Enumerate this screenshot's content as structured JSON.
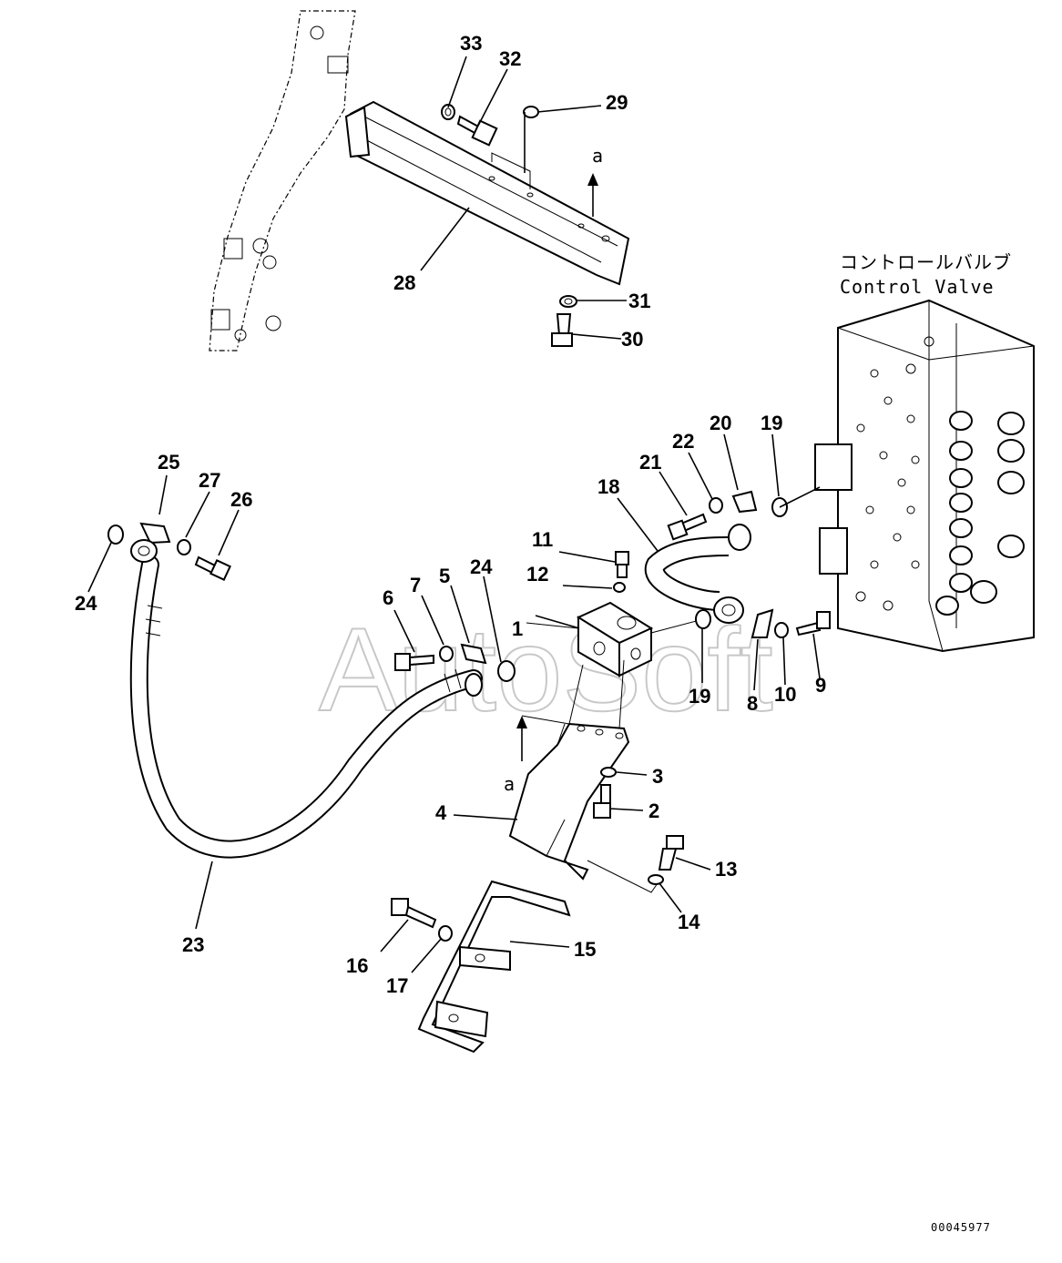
{
  "watermark": "AutoSoft",
  "component": {
    "label_jp": "コントロールバルブ",
    "label_en": "Control Valve"
  },
  "view_marker": "a",
  "drawing_number": "00045977",
  "callouts": [
    "1",
    "2",
    "3",
    "4",
    "5",
    "6",
    "7",
    "8",
    "9",
    "10",
    "11",
    "12",
    "13",
    "14",
    "15",
    "16",
    "17",
    "18",
    "19",
    "19",
    "20",
    "21",
    "22",
    "23",
    "24",
    "24",
    "25",
    "26",
    "27",
    "28",
    "29",
    "30",
    "31",
    "32",
    "33"
  ]
}
